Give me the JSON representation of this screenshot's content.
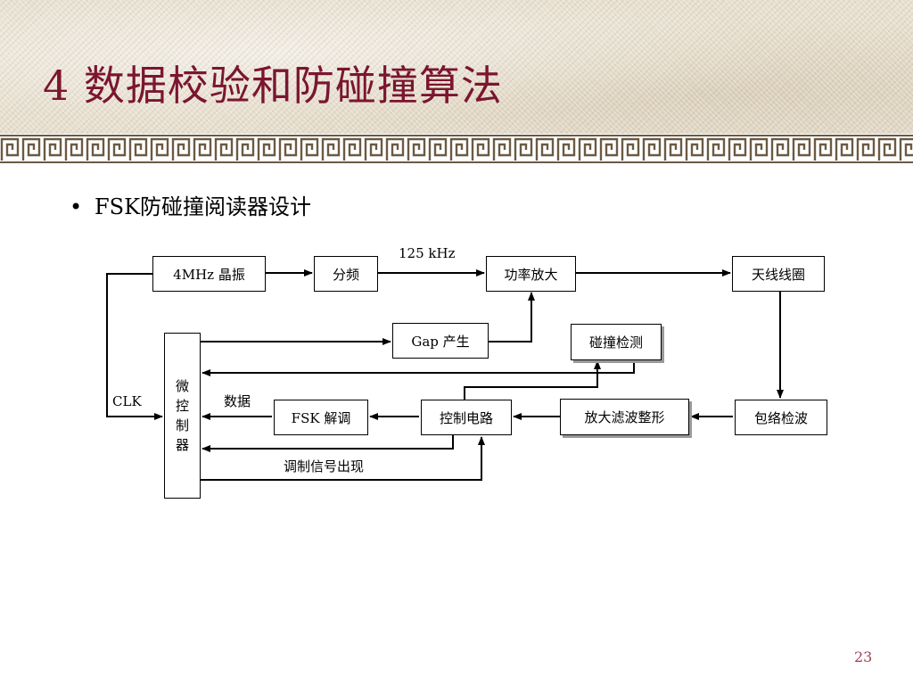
{
  "title": "4 数据校验和防碰撞算法",
  "bullet": {
    "dot": "•",
    "text": "FSK防碰撞阅读器设计"
  },
  "diagram": {
    "blocks": {
      "crystal": "4MHz 晶振",
      "divider": "分频",
      "power_amp": "功率放大",
      "antenna": "天线线圈",
      "gap": "Gap 产生",
      "collision": "碰撞检测",
      "envelope": "包络检波",
      "filter": "放大滤波整形",
      "control": "控制电路",
      "fsk": "FSK 解调",
      "mcu": [
        "微",
        "控",
        "制",
        "器"
      ]
    },
    "labels": {
      "freq": "125 kHz",
      "clk": "CLK",
      "data": "数据",
      "modsig": "调制信号出现"
    }
  },
  "page_number": "23",
  "colors": {
    "title": "#7b1530",
    "page_number": "#a04050",
    "header_band": "#e7dfcf",
    "fret": "#6b5a44"
  }
}
